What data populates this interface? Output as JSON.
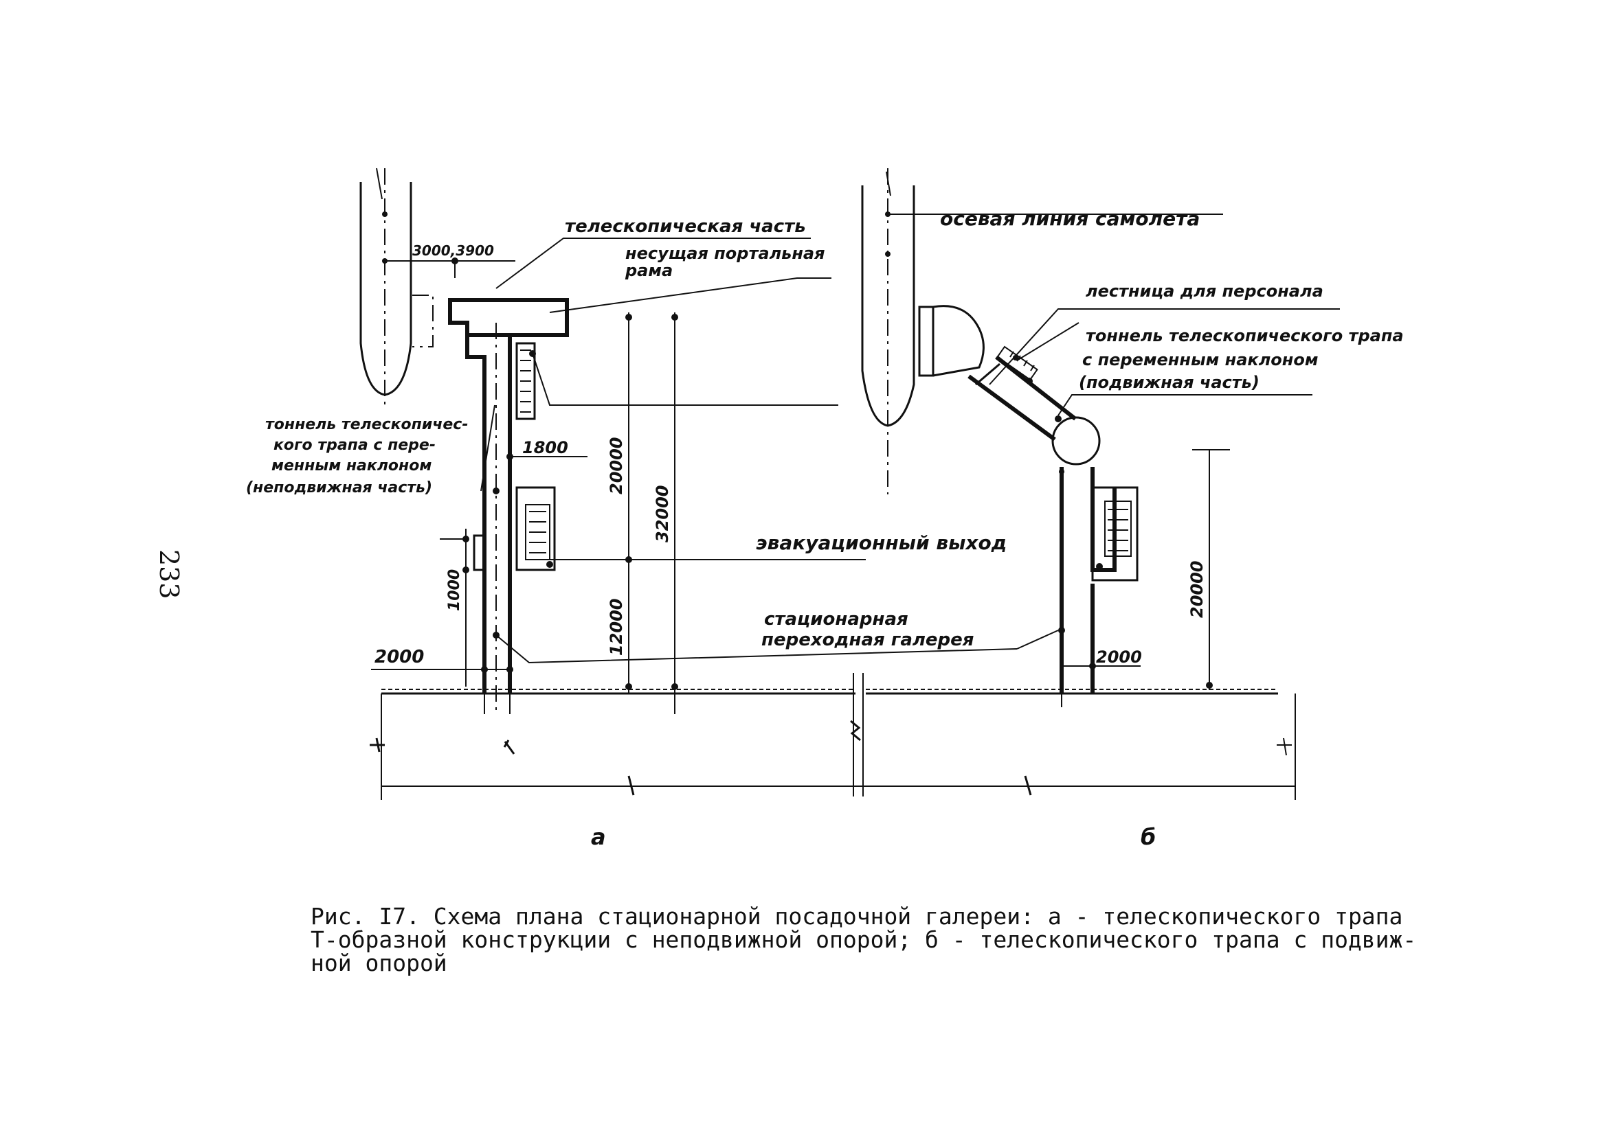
{
  "page_number": "233",
  "labels": {
    "telescopic_part": "телескопическая часть",
    "portal_frame_1": "несущая портальная",
    "portal_frame_2": "рама",
    "dim_3000_3900": "3000,3900",
    "fixed_tunnel_1": "тоннель телескопичес-",
    "fixed_tunnel_2": "кого трапа с пере-",
    "fixed_tunnel_3": "менным наклоном",
    "fixed_tunnel_4": "(неподвижная часть)",
    "aircraft_axis": "осевая линия самолета",
    "staff_stairs": "лестница для персонала",
    "mobile_tunnel_1": "тоннель телескопического трапа",
    "mobile_tunnel_2": "с переменным наклоном",
    "mobile_tunnel_3": "(подвижная часть)",
    "evacuation_exit": "эвакуационный выход",
    "stationary_gallery_1": "стационарная",
    "stationary_gallery_2": "переходная галерея",
    "dim_1800": "1800",
    "dim_20000_a": "20000",
    "dim_32000": "32000",
    "dim_12000": "12000",
    "dim_1000": "1000",
    "dim_2000_a": "2000",
    "dim_2000_b": "2000",
    "dim_20000_b": "20000",
    "panel_a": "а",
    "panel_b": "б"
  },
  "caption": {
    "line1": "Рис. I7. Схема плана стационарной посадочной галереи: а - телескопического трапа",
    "line2": "Т-образной конструкции с неподвижной опорой; б - телескопического трапа с подвиж-",
    "line3": "ной опорой"
  }
}
